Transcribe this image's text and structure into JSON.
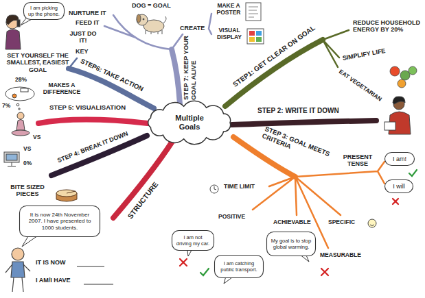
{
  "diagram": {
    "nodes": [
      {
        "text": [
          "Multiple Goals"
        ]
      },
      {
        "text": [
          "I am picking up the phone."
        ]
      },
      {
        "text": [
          "It is now 24th November 2007. I have presented to 1000 students."
        ]
      },
      {
        "text": [
          "I am!"
        ]
      },
      {
        "text": [
          "I will"
        ]
      },
      {
        "text": [
          "I am not driving my car."
        ]
      },
      {
        "text": [
          "I am catching public transport."
        ]
      },
      {
        "text": [
          "My goal is to stop global warming."
        ]
      }
    ],
    "labels": [
      "DOG = GOAL",
      "NURTURE IT",
      "FEED IT",
      "CREATE",
      "MAKE A POSTER",
      "VISUAL DISPLAY",
      "JUST DO IT!",
      "KEY",
      "SET YOURSELF THE SMALLEST, EASIEST GOAL",
      "STEP 7: KEEP YOUR GOAL ALIVE",
      "STEP6: TAKE ACTION",
      "STEP1: GET CLEAR ON GOAL",
      "REDUCE HOUSEHOLD ENERGY BY 20%",
      "SIMPLIFY LIFE",
      "EAT VEGETARIAN",
      "MAKES A DIFFERENCE",
      "28%",
      "7%",
      "VS",
      "VS",
      "0%",
      "STEP 5: VISUALISATION",
      "STEP 2: WRITE IT DOWN",
      "STEP 4: BREAK IT DOWN",
      "STEP 3: GOAL MEETS CRITERIA",
      "PRESENT TENSE",
      "BITE SIZED PIECES",
      "TIME LIMIT",
      "STRUCTURE",
      "POSITIVE",
      "SPECIFIC",
      "ACHIEVABLE",
      "MEASURABLE",
      "IT IS NOW",
      "I AM/I HAVE"
    ]
  }
}
